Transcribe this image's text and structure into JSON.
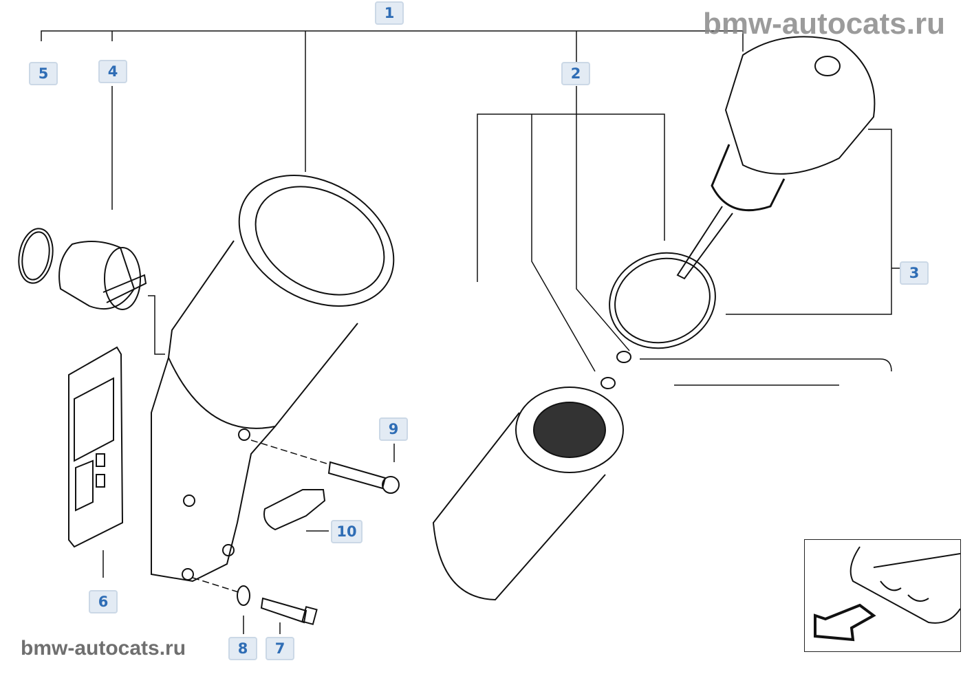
{
  "watermarks": {
    "top": "bmw-autocats.ru",
    "bottom": "bmw-autocats.ru"
  },
  "callouts": [
    "1",
    "2",
    "3",
    "4",
    "5",
    "6",
    "7",
    "8",
    "9",
    "10"
  ],
  "colors": {
    "callout_bg": "#e3ebf4",
    "callout_border": "#cbd8e6",
    "callout_text": "#2f6db5"
  }
}
